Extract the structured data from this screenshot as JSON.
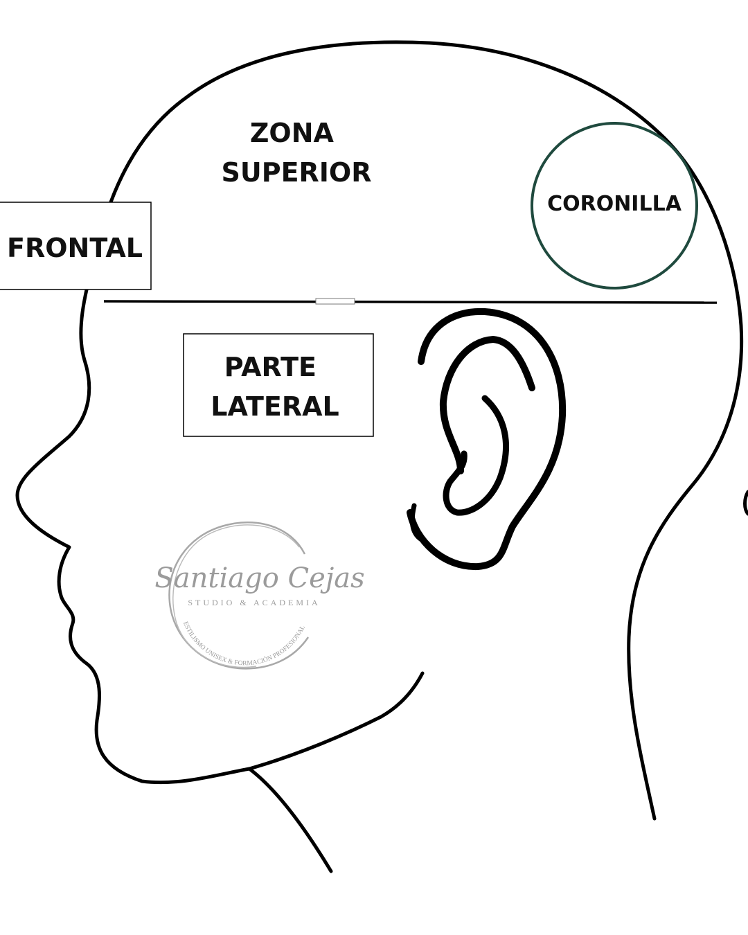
{
  "labels": {
    "zona_superior": [
      "ZONA",
      "SUPERIOR"
    ],
    "coronilla": "CORONILLA",
    "frontal": "FRONTAL",
    "parte_lateral": [
      "PARTE",
      "LATERAL"
    ]
  },
  "watermark": {
    "name": "Santiago Cejas",
    "subtitle": "STUDIO & ACADEMIA",
    "ring_text": "ESTILISMO UNISEX & FORMACIÓN PROFESIONAL"
  },
  "colors": {
    "outline": "#000000",
    "coronilla_ring": "#1f4a3e",
    "text": "#111111",
    "watermark": "#8a8a8a"
  }
}
